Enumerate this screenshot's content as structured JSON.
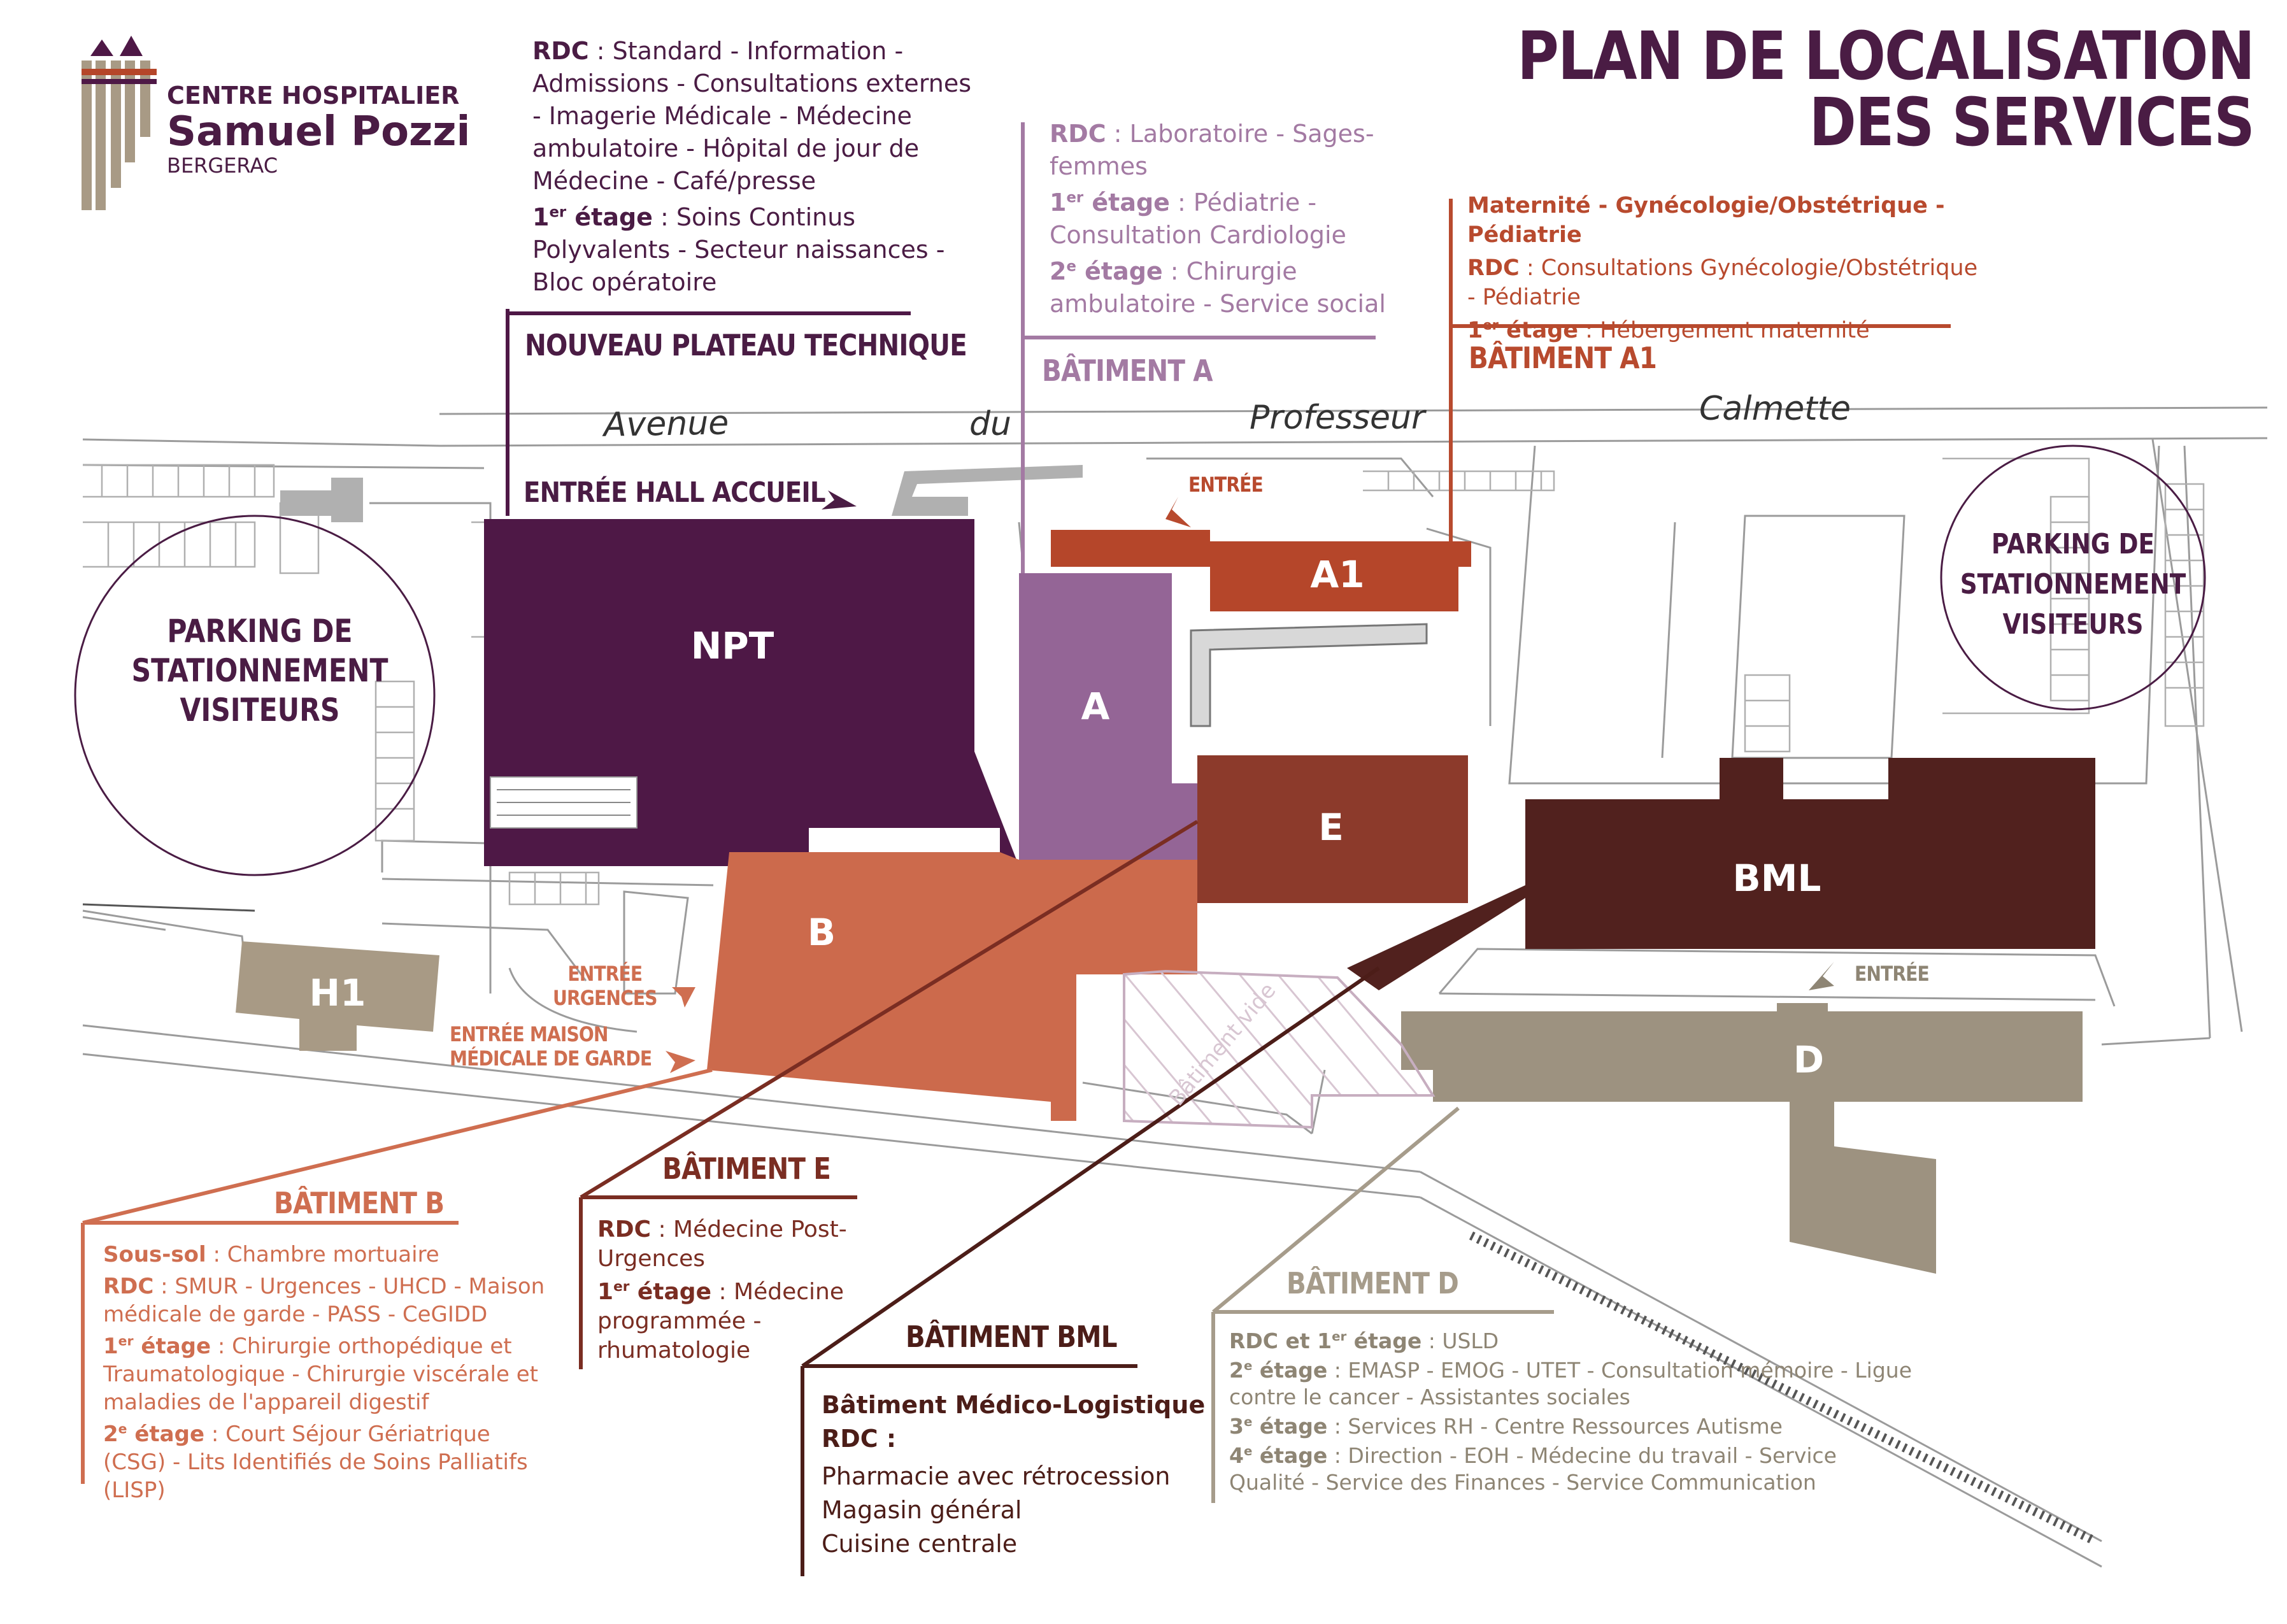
{
  "title": {
    "line1": "PLAN DE LOCALISATION",
    "line2": "DES SERVICES"
  },
  "logo": {
    "line1": "CENTRE HOSPITALIER",
    "line2": "Samuel Pozzi",
    "line3": "BERGERAC"
  },
  "streets": {
    "word1": "Avenue",
    "word2": "du",
    "word3": "Professeur",
    "word4": "Calmette"
  },
  "parking": {
    "line1": "PARKING DE",
    "line2": "STATIONNEMENT",
    "line3": "VISITEURS"
  },
  "buildings": {
    "npt": "NPT",
    "a": "A",
    "a1": "A1",
    "e": "E",
    "bml": "BML",
    "b": "B",
    "h1": "H1",
    "d": "D",
    "vide": "Bâtiment vide"
  },
  "entrances": {
    "hall": "ENTRÉE HALL ACCUEIL",
    "a1": "ENTRÉE",
    "d": "ENTRÉE",
    "urgences_1": "ENTRÉE",
    "urgences_2": "URGENCES",
    "maison_1": "ENTRÉE MAISON",
    "maison_2": "MÉDICALE DE GARDE"
  },
  "npt_info": {
    "heading": "NOUVEAU PLATEAU TECHNIQUE",
    "rdc_label": "RDC",
    "rdc_text": " : Standard - Information - Admissions - Consultations externes - Imagerie Médicale - Médecine ambulatoire - Hôpital de jour de Médecine - Café/presse",
    "f1_label": "1",
    "f1_sup": "er",
    "f1_word": " étage",
    "f1_text": " : Soins Continus Polyvalents - Secteur naissances - Bloc opératoire"
  },
  "a_info": {
    "heading": "BÂTIMENT A",
    "rdc_label": "RDC",
    "rdc_text": " : Laboratoire - Sages-femmes",
    "f1_label": "1",
    "f1_sup": "er",
    "f1_word": " étage",
    "f1_text": " : Pédiatrie - Consultation Cardiologie",
    "f2_label": "2",
    "f2_sup": "e",
    "f2_word": " étage",
    "f2_text": " : Chirurgie ambulatoire - Service social"
  },
  "a1_info": {
    "heading": "BÂTIMENT A1",
    "top": "Maternité - Gynécologie/Obstétrique - Pédiatrie",
    "rdc_label": "RDC",
    "rdc_text": " : Consultations Gynécologie/Obstétrique - Pédiatrie",
    "f1_label": "1",
    "f1_sup": "er",
    "f1_word": " étage",
    "f1_text": " : Hébergement maternité"
  },
  "b_info": {
    "heading": "BÂTIMENT B",
    "ss_label": "Sous-sol",
    "ss_text": " : Chambre mortuaire",
    "rdc_label": "RDC",
    "rdc_text": " : SMUR - Urgences - UHCD - Maison médicale de garde - PASS - CeGIDD",
    "f1_label": "1",
    "f1_sup": "er",
    "f1_word": " étage",
    "f1_text": " : Chirurgie orthopédique et Traumatologique - Chirurgie viscérale et maladies de l'appareil digestif",
    "f2_label": "2",
    "f2_sup": "e",
    "f2_word": " étage",
    "f2_text": " : Court Séjour Gériatrique (CSG) - Lits Identifiés de Soins Palliatifs (LISP)"
  },
  "e_info": {
    "heading": "BÂTIMENT E",
    "rdc_label": "RDC",
    "rdc_text": " : Médecine Post-Urgences",
    "f1_label": "1",
    "f1_sup": "er",
    "f1_word": " étage",
    "f1_text": " : Médecine programmée - rhumatologie"
  },
  "bml_info": {
    "heading": "BÂTIMENT BML",
    "sub": "Bâtiment Médico-Logistique",
    "rdc": "RDC :",
    "l1": "Pharmacie avec rétrocession",
    "l2": "Magasin général",
    "l3": "Cuisine centrale"
  },
  "d_info": {
    "heading": "BÂTIMENT D",
    "l1_label": "RDC et 1",
    "l1_sup": "er",
    "l1_word": " étage",
    "l1_text": " : USLD",
    "l2_label": "2",
    "l2_sup": "e",
    "l2_word": " étage",
    "l2_text": " : EMASP - EMOG - UTET - Consultation mémoire - Ligue contre le cancer - Assistantes sociales",
    "l3_label": "3",
    "l3_sup": "e",
    "l3_word": " étage",
    "l3_text": " : Services RH - Centre Ressources Autisme",
    "l4_label": "4",
    "l4_sup": "e",
    "l4_word": " étage",
    "l4_text": " : Direction - EOH - Médecine du travail - Service Qualité - Service des Finances - Service Communication"
  },
  "colors": {
    "npt": "#4e1846",
    "a": "#946596",
    "a1": "#b5462a",
    "e": "#8c3a2b",
    "bml": "#51211e",
    "b": "#cc6a4c",
    "h1": "#a89a85",
    "d": "#9d9280",
    "plum": "#4a1c44",
    "lavender": "#a37aa3",
    "rust": "#b84a2e",
    "terracotta": "#cf6e50",
    "brown": "#7a2d22",
    "darkbrown": "#4c1d18",
    "taupe": "#a69c8b"
  }
}
